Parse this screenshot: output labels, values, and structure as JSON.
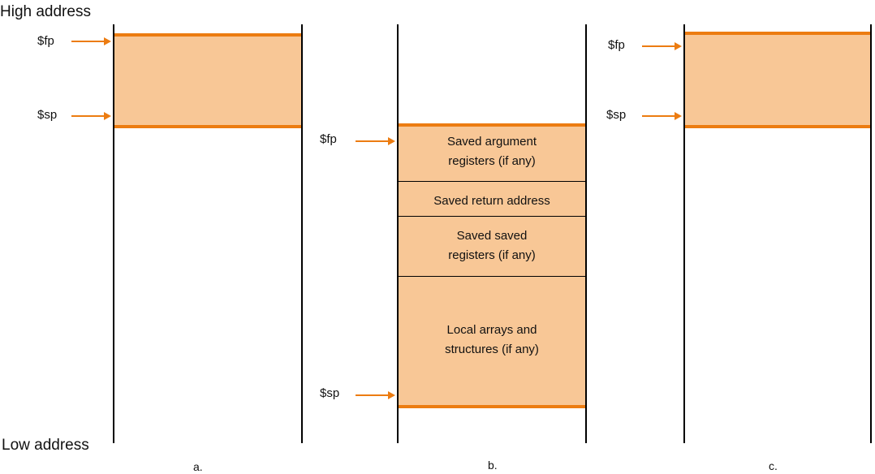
{
  "axis": {
    "high_label": "High address",
    "low_label": "Low address"
  },
  "colors": {
    "frame_fill": "#f8c796",
    "frame_border": "#ec7c11",
    "arrow": "#ec7c11",
    "line": "#000000"
  },
  "panels": [
    {
      "caption": "a.",
      "fp_label": "$fp",
      "sp_label": "$sp"
    },
    {
      "caption": "b.",
      "fp_label": "$fp",
      "sp_label": "$sp",
      "segments": [
        {
          "line1": "Saved argument",
          "line2": "registers (if any)"
        },
        {
          "line1": "Saved return address"
        },
        {
          "line1": "Saved saved",
          "line2": "registers (if any)"
        },
        {
          "line1": "Local arrays and",
          "line2": "structures (if any)"
        }
      ]
    },
    {
      "caption": "c.",
      "fp_label": "$fp",
      "sp_label": "$sp"
    }
  ]
}
